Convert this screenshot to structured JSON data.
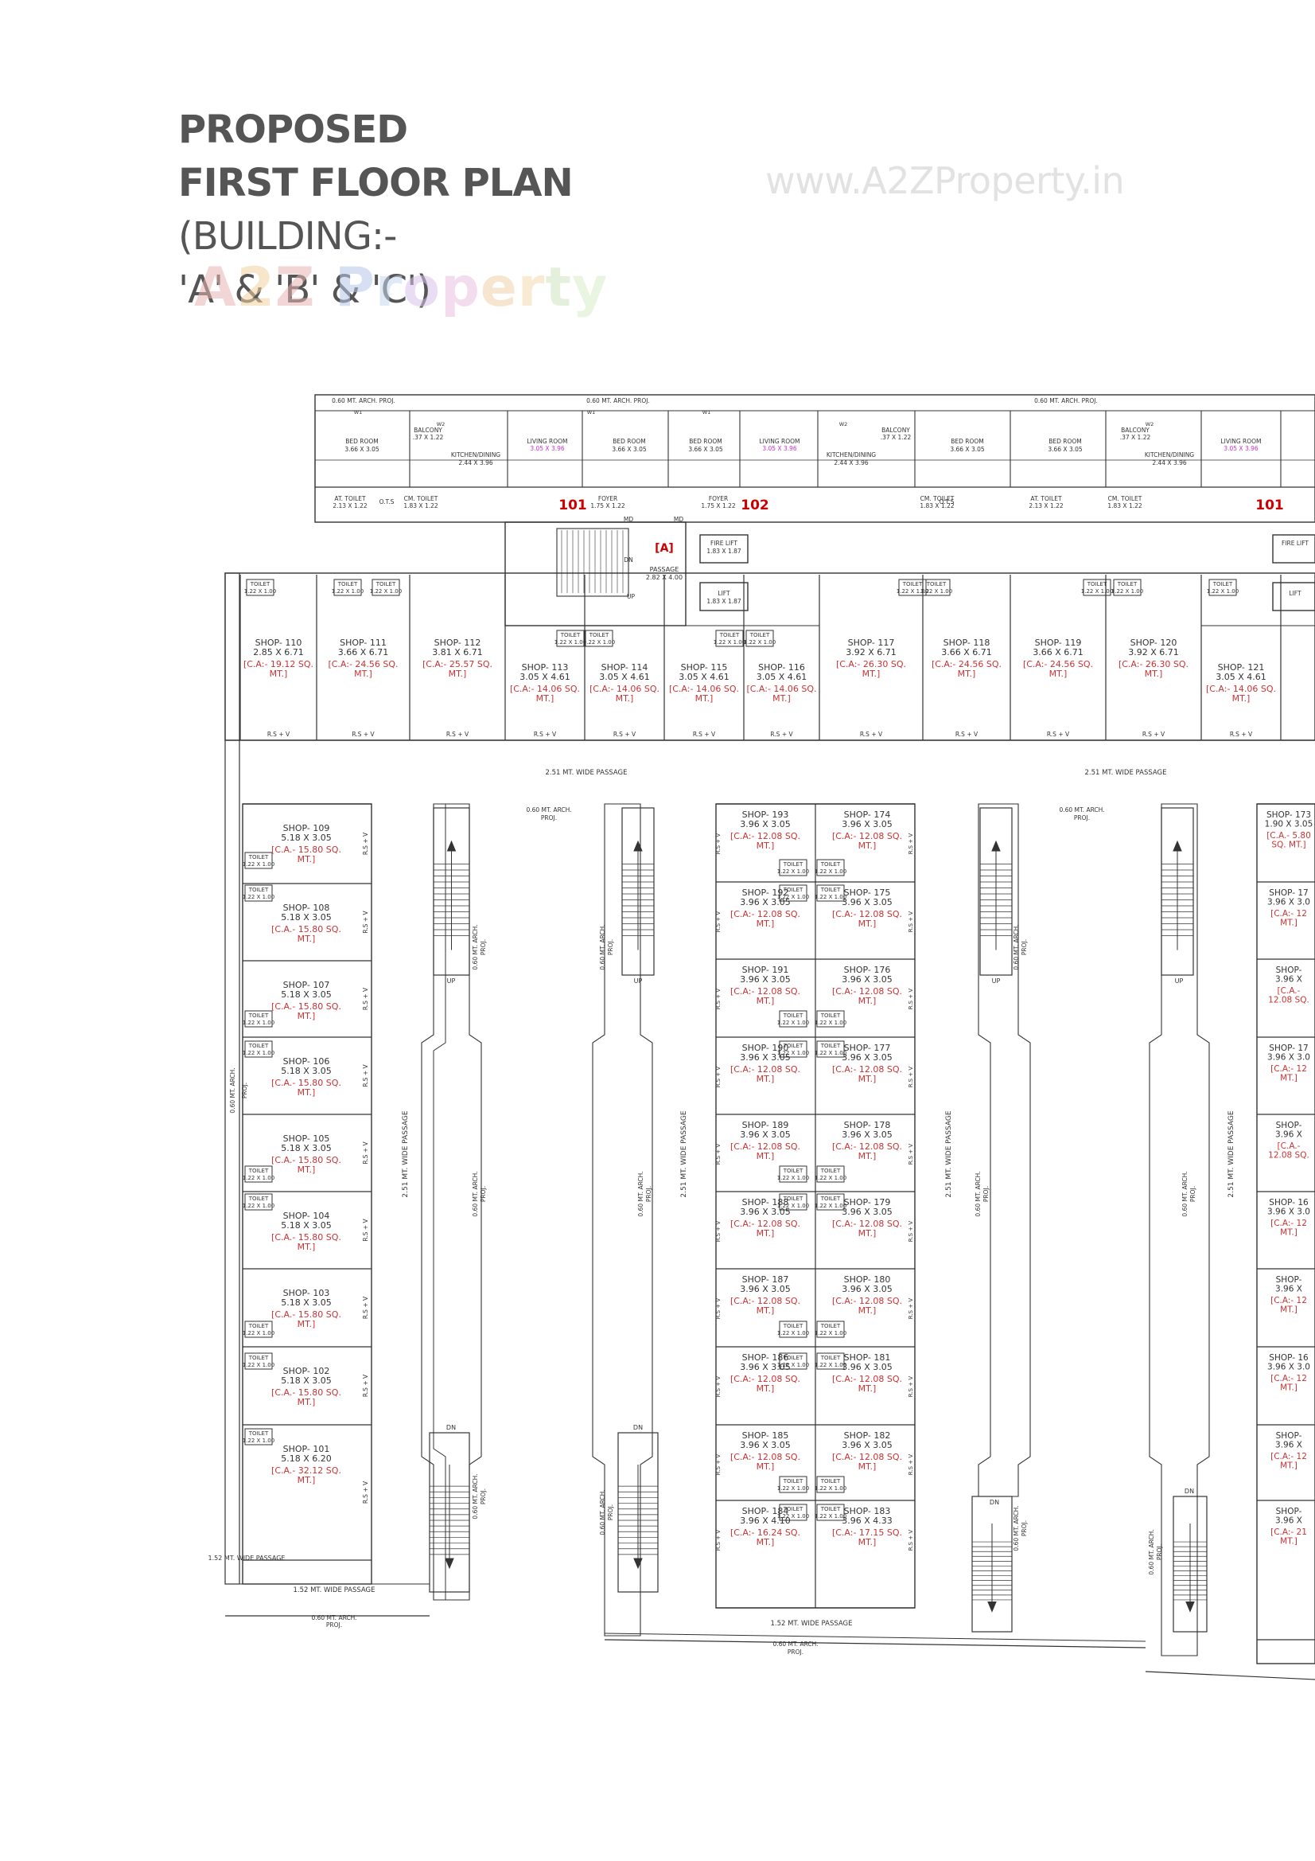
{
  "title": {
    "line1": "PROPOSED",
    "line2": "FIRST FLOOR PLAN",
    "line3": "(BUILDING:-",
    "line4": "'A' & 'B' & 'C')"
  },
  "watermark": {
    "url": "www.A2ZProperty.in",
    "logo_text": "A2Z Property"
  },
  "colors": {
    "line": "#333333",
    "text": "#333333",
    "area": "#cc3333",
    "magenta": "#cc33cc",
    "unit_no": "#cc0000",
    "title": "#555555"
  },
  "labels": {
    "proj_top": "0.60 MT. ARCH. PROJ.",
    "proj_short": "0.60 MT. ARCH.",
    "proj": "PROJ.",
    "passage_top": "2.51 MT. WIDE PASSAGE",
    "passage_vert": "2.51 MT. WIDE PASSAGE",
    "passage_bottom": "1.52 MT. WIDE PASSAGE",
    "rsv": "R.S + V",
    "up": "UP",
    "dn": "DN",
    "md": "MD",
    "tower": "[A]",
    "passage_core": "PASSAGE",
    "passage_core_dim": "2.82 X 4.00",
    "fire_lift": "FIRE LIFT",
    "lift": "LIFT",
    "lift_dim": "1.83 X 1.87",
    "toilet": "TOILET",
    "toilet_dim": "1.22 X 1.00",
    "flat_101": "101",
    "flat_102": "102",
    "bed_room": "BED ROOM",
    "bed_dim": "3.66 X 3.05",
    "balcony": "BALCONY",
    "balcony_dim": ".37 X 1.22",
    "kitchen": "KITCHEN/DINING",
    "kitchen_dim": "2.44 X 3.96",
    "living": "LIVING ROOM",
    "living_dim": "3.05 X 3.96",
    "foyer": "FOYER",
    "foyer_dim": "1.75 X 1.22",
    "att_toilet": "AT. TOILET",
    "att_dim": "2.13 X 1.22",
    "cm_toilet": "CM. TOILET",
    "cm_dim": "1.83 X 1.22",
    "ots": "O.T.S",
    "w1": "W1",
    "w2": "W2"
  },
  "shops_top": [
    {
      "name": "SHOP- 110",
      "dim": "2.85 X 6.71",
      "area": "[C.A:- 19.12 SQ.",
      "area2": "MT.]"
    },
    {
      "name": "SHOP- 111",
      "dim": "3.66 X 6.71",
      "area": "[C.A:- 24.56 SQ.",
      "area2": "MT.]"
    },
    {
      "name": "SHOP- 112",
      "dim": "3.81 X 6.71",
      "area": "[C.A:- 25.57 SQ.",
      "area2": "MT.]"
    },
    {
      "name": "SHOP- 113",
      "dim": "3.05 X 4.61",
      "area": "[C.A:- 14.06 SQ.",
      "area2": "MT.]"
    },
    {
      "name": "SHOP- 114",
      "dim": "3.05 X 4.61",
      "area": "[C.A:- 14.06 SQ.",
      "area2": "MT.]"
    },
    {
      "name": "SHOP- 115",
      "dim": "3.05 X 4.61",
      "area": "[C.A:- 14.06 SQ.",
      "area2": "MT.]"
    },
    {
      "name": "SHOP- 116",
      "dim": "3.05 X 4.61",
      "area": "[C.A:- 14.06 SQ.",
      "area2": "MT.]"
    },
    {
      "name": "SHOP- 117",
      "dim": "3.92 X 6.71",
      "area": "[C.A:- 26.30 SQ.",
      "area2": "MT.]"
    },
    {
      "name": "SHOP- 118",
      "dim": "3.66 X 6.71",
      "area": "[C.A:- 24.56 SQ.",
      "area2": "MT.]"
    },
    {
      "name": "SHOP- 119",
      "dim": "3.66 X 6.71",
      "area": "[C.A:- 24.56 SQ.",
      "area2": "MT.]"
    },
    {
      "name": "SHOP- 120",
      "dim": "3.92 X 6.71",
      "area": "[C.A:- 26.30 SQ.",
      "area2": "MT.]"
    },
    {
      "name": "SHOP- 121",
      "dim": "3.05 X 4.61",
      "area": "[C.A:- 14.06 SQ.",
      "area2": "MT.]"
    }
  ],
  "shops_left": [
    {
      "name": "SHOP- 109",
      "dim": "5.18 X 3.05",
      "area": "[C.A.- 15.80 SQ.",
      "area2": "MT.]"
    },
    {
      "name": "SHOP- 108",
      "dim": "5.18 X 3.05",
      "area": "[C.A.- 15.80 SQ.",
      "area2": "MT.]"
    },
    {
      "name": "SHOP- 107",
      "dim": "5.18 X 3.05",
      "area": "[C.A.- 15.80 SQ.",
      "area2": "MT.]"
    },
    {
      "name": "SHOP- 106",
      "dim": "5.18 X 3.05",
      "area": "[C.A.- 15.80 SQ.",
      "area2": "MT.]"
    },
    {
      "name": "SHOP- 105",
      "dim": "5.18 X 3.05",
      "area": "[C.A.- 15.80 SQ.",
      "area2": "MT.]"
    },
    {
      "name": "SHOP- 104",
      "dim": "5.18 X 3.05",
      "area": "[C.A.- 15.80 SQ.",
      "area2": "MT.]"
    },
    {
      "name": "SHOP- 103",
      "dim": "5.18 X 3.05",
      "area": "[C.A.- 15.80 SQ.",
      "area2": "MT.]"
    },
    {
      "name": "SHOP- 102",
      "dim": "5.18 X 3.05",
      "area": "[C.A.- 15.80 SQ.",
      "area2": "MT.]"
    },
    {
      "name": "SHOP- 101",
      "dim": "5.18 X 6.20",
      "area": "[C.A.- 32.12 SQ.",
      "area2": "MT.]"
    }
  ],
  "shops_mid_left": [
    {
      "name": "SHOP- 193",
      "dim": "3.96 X 3.05",
      "area": "[C.A:- 12.08 SQ.",
      "area2": "MT.]"
    },
    {
      "name": "SHOP- 192",
      "dim": "3.96 X 3.05",
      "area": "[C.A:- 12.08 SQ.",
      "area2": "MT.]"
    },
    {
      "name": "SHOP- 191",
      "dim": "3.96 X 3.05",
      "area": "[C.A:- 12.08 SQ.",
      "area2": "MT.]"
    },
    {
      "name": "SHOP- 190",
      "dim": "3.96 X 3.05",
      "area": "[C.A:- 12.08 SQ.",
      "area2": "MT.]"
    },
    {
      "name": "SHOP- 189",
      "dim": "3.96 X 3.05",
      "area": "[C.A:- 12.08 SQ.",
      "area2": "MT.]"
    },
    {
      "name": "SHOP- 188",
      "dim": "3.96 X 3.05",
      "area": "[C.A:- 12.08 SQ.",
      "area2": "MT.]"
    },
    {
      "name": "SHOP- 187",
      "dim": "3.96 X 3.05",
      "area": "[C.A:- 12.08 SQ.",
      "area2": "MT.]"
    },
    {
      "name": "SHOP- 186",
      "dim": "3.96 X 3.05",
      "area": "[C.A:- 12.08 SQ.",
      "area2": "MT.]"
    },
    {
      "name": "SHOP- 185",
      "dim": "3.96 X 3.05",
      "area": "[C.A:- 12.08 SQ.",
      "area2": "MT.]"
    },
    {
      "name": "SHOP- 184",
      "dim": "3.96 X 4.10",
      "area": "[C.A:- 16.24 SQ.",
      "area2": "MT.]"
    }
  ],
  "shops_mid_right": [
    {
      "name": "SHOP- 174",
      "dim": "3.96 X 3.05",
      "area": "[C.A:- 12.08 SQ.",
      "area2": "MT.]"
    },
    {
      "name": "SHOP- 175",
      "dim": "3.96 X 3.05",
      "area": "[C.A:- 12.08 SQ.",
      "area2": "MT.]"
    },
    {
      "name": "SHOP- 176",
      "dim": "3.96 X 3.05",
      "area": "[C.A:- 12.08 SQ.",
      "area2": "MT.]"
    },
    {
      "name": "SHOP- 177",
      "dim": "3.96 X 3.05",
      "area": "[C.A:- 12.08 SQ.",
      "area2": "MT.]"
    },
    {
      "name": "SHOP- 178",
      "dim": "3.96 X 3.05",
      "area": "[C.A:- 12.08 SQ.",
      "area2": "MT.]"
    },
    {
      "name": "SHOP- 179",
      "dim": "3.96 X 3.05",
      "area": "[C.A:- 12.08 SQ.",
      "area2": "MT.]"
    },
    {
      "name": "SHOP- 180",
      "dim": "3.96 X 3.05",
      "area": "[C.A:- 12.08 SQ.",
      "area2": "MT.]"
    },
    {
      "name": "SHOP- 181",
      "dim": "3.96 X 3.05",
      "area": "[C.A:- 12.08 SQ.",
      "area2": "MT.]"
    },
    {
      "name": "SHOP- 182",
      "dim": "3.96 X 3.05",
      "area": "[C.A:- 12.08 SQ.",
      "area2": "MT.]"
    },
    {
      "name": "SHOP- 183",
      "dim": "3.96 X 4.33",
      "area": "[C.A:- 17.15 SQ.",
      "area2": "MT.]"
    }
  ],
  "shops_right": [
    {
      "name": "SHOP- 173",
      "dim": "1.90 X 3.05",
      "area": "[C.A.- 5.80",
      "area2": "SQ. MT.]"
    },
    {
      "name": "SHOP- 17",
      "dim": "3.96 X 3.0",
      "area": "[C.A:- 12",
      "area2": "MT.]"
    },
    {
      "name": "SHOP-",
      "dim": "3.96 X",
      "area": "[C.A.-",
      "area2": "12.08 SQ."
    },
    {
      "name": "SHOP- 17",
      "dim": "3.96 X 3.0",
      "area": "[C.A:- 12",
      "area2": "MT.]"
    },
    {
      "name": "SHOP-",
      "dim": "3.96 X",
      "area": "[C.A.-",
      "area2": "12.08 SQ."
    },
    {
      "name": "SHOP- 16",
      "dim": "3.96 X 3.0",
      "area": "[C.A:- 12",
      "area2": "MT.]"
    },
    {
      "name": "SHOP-",
      "dim": "3.96 X",
      "area": "[C.A:- 12",
      "area2": "MT.]"
    },
    {
      "name": "SHOP- 16",
      "dim": "3.96 X 3.0",
      "area": "[C.A:- 12",
      "area2": "MT.]"
    },
    {
      "name": "SHOP-",
      "dim": "3.96 X",
      "area": "[C.A:- 12",
      "area2": "MT.]"
    },
    {
      "name": "SHOP-",
      "dim": "3.96 X",
      "area": "[C.A:- 21",
      "area2": "MT.]"
    }
  ]
}
